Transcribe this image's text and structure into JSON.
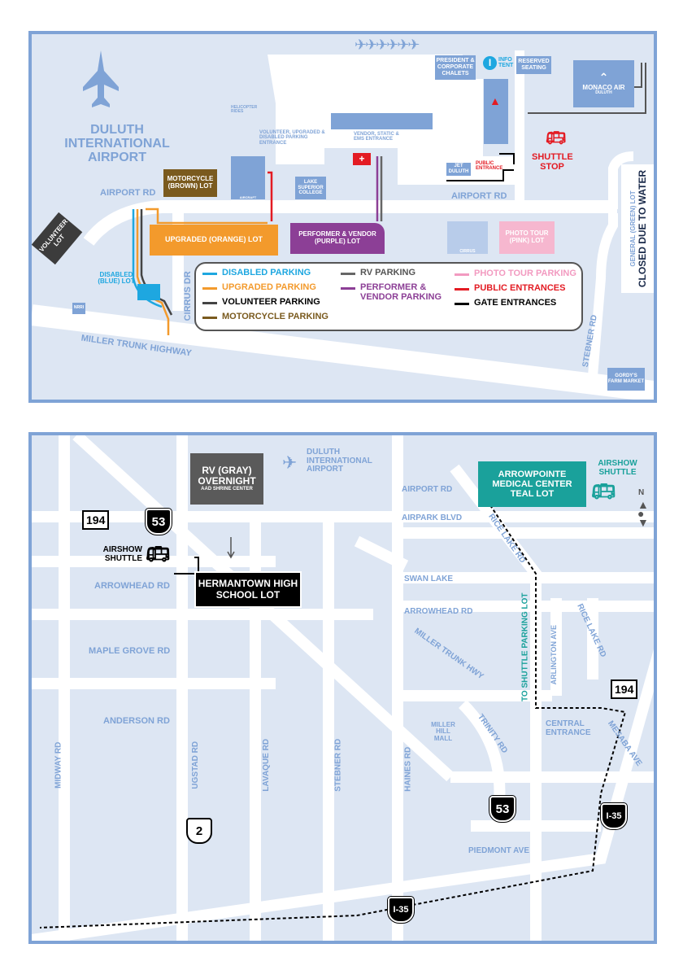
{
  "top_map": {
    "title": "DULUTH INTERNATIONAL AIRPORT",
    "labels": {
      "president": "PRESIDENT & CORPORATE CHALETS",
      "info": "INFO TENT",
      "reserved": "RESERVED SEATING",
      "monaco": "MONACO AIR",
      "monaco_sub": "DULUTH",
      "helicopter": "HELICOPTER RIDES",
      "vol_entrance": "VOLUNTEER, UPGRADED & DISABLED PARKING ENTRANCE",
      "vendor_entrance": "VENDOR, STATIC & EMS ENTRANCE",
      "jet_duluth": "JET DULUTH",
      "public_entrance": "PUBLIC ENTRANCE",
      "shuttle_stop": "SHUTTLE STOP",
      "lake_superior": "LAKE SUPERIOR COLLEGE",
      "cirrus_aircraft": "AIRCRAFT",
      "cirrus": "CIRRUS",
      "airport_rd_left": "AIRPORT RD",
      "airport_rd_right": "AIRPORT RD",
      "general_lot": "GENERAL (GREEN) LOT",
      "closed": "CLOSED DUE TO WATER",
      "volunteer_lot": "VOLUNTEER LOT",
      "nrri": "NRRI",
      "disabled_lot": "DISABLED (BLUE) LOT",
      "cirrus_dr": "CIRRUS DR",
      "miller": "MILLER TRUNK HIGHWAY",
      "stebner": "STEBNER RD",
      "gordys": "GORDY'S FARM MARKET"
    },
    "lots": {
      "motorcycle": "MOTORCYCLE (BROWN) LOT",
      "upgraded": "UPGRADED (ORANGE) LOT",
      "performer": "PERFORMER & VENDOR (PURPLE) LOT",
      "photo": "PHOTO TOUR (PINK) LOT"
    },
    "legend": [
      {
        "label": "DISABLED PARKING",
        "color": "#1ea7e0"
      },
      {
        "label": "UPGRADED PARKING",
        "color": "#f39a2c"
      },
      {
        "label": "VOLUNTEER PARKING",
        "color": "#444444"
      },
      {
        "label": "MOTORCYCLE PARKING",
        "color": "#7a5a1e"
      },
      {
        "label": "RV PARKING",
        "color": "#666666"
      },
      {
        "label": "PERFORMER & VENDOR PARKING",
        "color": "#8c3f96"
      },
      {
        "label": "PHOTO TOUR PARKING",
        "color": "#f29ac0"
      },
      {
        "label": "PUBLIC ENTRANCES",
        "color": "#e31b23"
      },
      {
        "label": "GATE ENTRANCES",
        "color": "#000000"
      }
    ]
  },
  "bottom_map": {
    "rv_title": "RV (GRAY) OVERNIGHT",
    "rv_sub": "AAD SHRINE CENTER",
    "airport": "DULUTH INTERNATIONAL AIRPORT",
    "arrowpointe": "ARROWPOINTE MEDICAL CENTER TEAL LOT",
    "airshow_shuttle_teal": "AIRSHOW SHUTTLE",
    "airshow_shuttle_black": "AIRSHOW SHUTTLE",
    "hermantown": "HERMANTOWN HIGH SCHOOL LOT",
    "to_shuttle": "TO SHUTTLE PARKING LOT",
    "north": "N",
    "streets": {
      "arrowhead_w": "ARROWHEAD RD",
      "maple": "MAPLE GROVE RD",
      "anderson": "ANDERSON RD",
      "midway": "MIDWAY RD",
      "ugstad": "UGSTAD RD",
      "lavaque": "LAVAQUE RD",
      "stebner": "STEBNER RD",
      "haines": "HAINES RD",
      "airport_rd": "AIRPORT RD",
      "airpark": "AIRPARK BLVD",
      "swan": "SWAN LAKE",
      "arrowhead_e": "ARROWHEAD RD",
      "miller": "MILLER TRUNK HWY",
      "rice1": "RICE LAKE RD",
      "rice2": "RICE LAKE RD",
      "arlington": "ARLINGTON AVE",
      "mall": "MILLER HILL MALL",
      "trinity": "TRINITY RD",
      "central": "CENTRAL ENTRANCE",
      "mesaba": "MESABA AVE",
      "piedmont": "PIEDMONT AVE"
    },
    "routes": {
      "r194a": "194",
      "r53a": "53",
      "r194b": "194",
      "r53b": "53",
      "i35a": "I-35",
      "i35b": "I-35",
      "r2": "2"
    }
  }
}
